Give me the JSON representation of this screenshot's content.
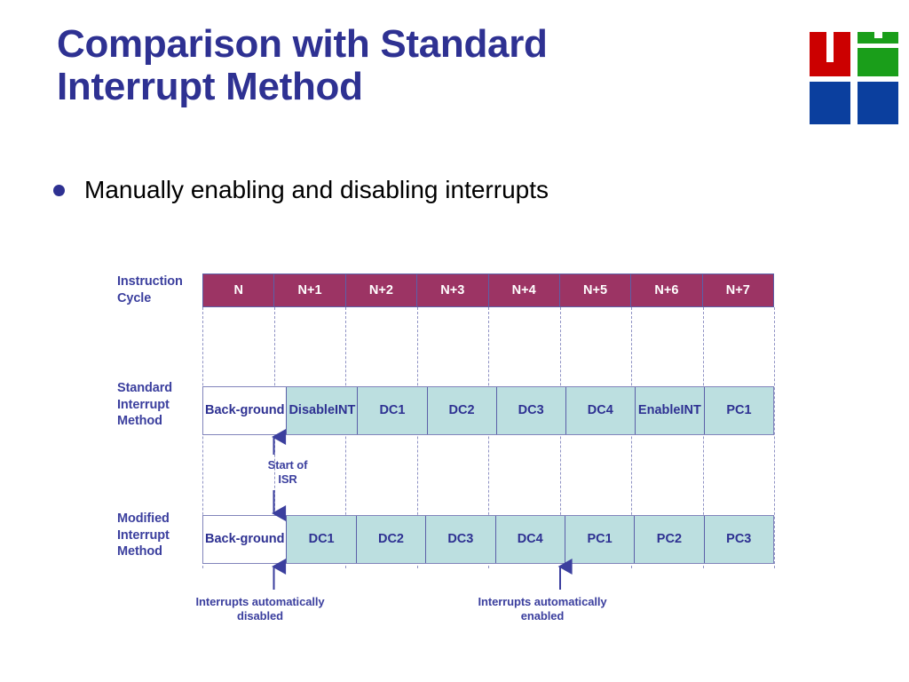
{
  "slide": {
    "title": "Comparison with Standard Interrupt Method",
    "title_line1": "Comparison with Standard",
    "title_line2": "Interrupt Method",
    "bullet": "Manually enabling and disabling interrupts",
    "title_color": "#2e3192",
    "bullet_color": "#000000",
    "background": "#ffffff"
  },
  "logo": {
    "name": "ui-logo",
    "colors": {
      "red": "#cc0000",
      "green": "#1a9e1a",
      "blue": "#0b3f9e"
    },
    "letters": [
      "U",
      "i"
    ]
  },
  "diagram": {
    "name": "interrupt-timing-diagram",
    "colors": {
      "header_fill": "#9c3464",
      "header_text": "#ffffff",
      "cell_fill": "#bcdfe0",
      "cell_text": "#2e3192",
      "label_text": "#3b3f9e",
      "gridline": "#8f92c4",
      "border": "#5b5fa8"
    },
    "row_labels": {
      "instruction_cycle": "Instruction Cycle",
      "instruction_cycle_line1": "Instruction",
      "instruction_cycle_line2": "Cycle",
      "standard": "Standard Interrupt Method",
      "standard_line1": "Standard",
      "standard_line2": "Interrupt",
      "standard_line3": "Method",
      "modified": "Modified Interrupt Method",
      "modified_line1": "Modified",
      "modified_line2": "Interrupt",
      "modified_line3": "Method"
    },
    "cycles": [
      "N",
      "N+1",
      "N+2",
      "N+3",
      "N+4",
      "N+5",
      "N+6",
      "N+7"
    ],
    "standard_row": [
      {
        "line1": "Back-",
        "line2": "ground",
        "filled": false
      },
      {
        "line1": "Disable",
        "line2": "INT",
        "filled": true
      },
      {
        "line1": "DC1",
        "line2": "",
        "filled": true
      },
      {
        "line1": "DC2",
        "line2": "",
        "filled": true
      },
      {
        "line1": "DC3",
        "line2": "",
        "filled": true
      },
      {
        "line1": "DC4",
        "line2": "",
        "filled": true
      },
      {
        "line1": "Enable",
        "line2": "INT",
        "filled": true
      },
      {
        "line1": "PC1",
        "line2": "",
        "filled": true
      }
    ],
    "modified_row": [
      {
        "line1": "Back-",
        "line2": "ground",
        "filled": false
      },
      {
        "line1": "DC1",
        "line2": "",
        "filled": true
      },
      {
        "line1": "DC2",
        "line2": "",
        "filled": true
      },
      {
        "line1": "DC3",
        "line2": "",
        "filled": true
      },
      {
        "line1": "DC4",
        "line2": "",
        "filled": true
      },
      {
        "line1": "PC1",
        "line2": "",
        "filled": true
      },
      {
        "line1": "PC2",
        "line2": "",
        "filled": true
      },
      {
        "line1": "PC3",
        "line2": "",
        "filled": true
      }
    ],
    "annotations": {
      "isr": "Start of ISR",
      "isr_line1": "Start of",
      "isr_line2": "ISR",
      "disabled": "Interrupts automatically disabled",
      "disabled_line1": "Interrupts automatically",
      "disabled_line2": "disabled",
      "enabled": "Interrupts automatically enabled",
      "enabled_line1": "Interrupts automatically",
      "enabled_line2": "enabled"
    }
  }
}
